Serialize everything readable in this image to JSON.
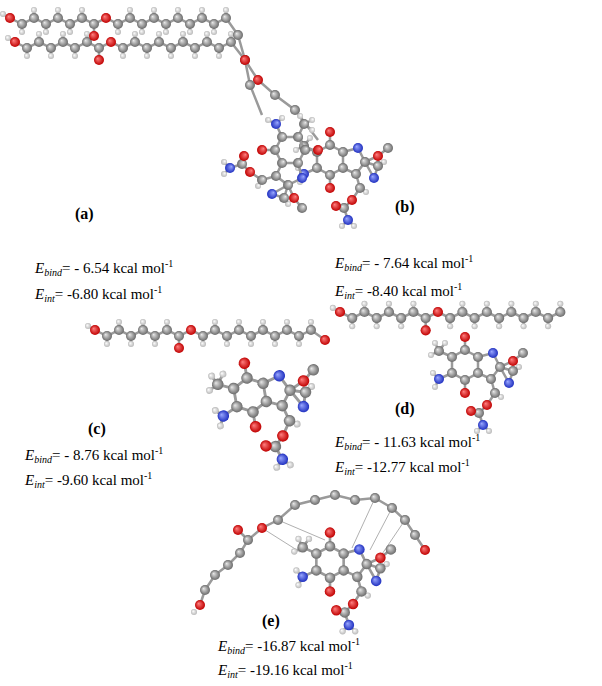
{
  "diagram": {
    "labels": [
      "(a)",
      "E",
      "bind",
      "= - 6.54 kcal mol",
      "-1",
      "E",
      "int",
      "= -6.80 kcal mol",
      "-1",
      "(b)",
      "E",
      "bind",
      "= - 7.64 kcal mol",
      "-1",
      "E",
      "int",
      "= -8.40 kcal mol",
      "-1",
      "(c)",
      "E",
      "bind",
      "= - 8.76 kcal mol",
      "-1",
      "E",
      "int",
      "= -9.60 kcal mol",
      "-1",
      "(d)",
      "E",
      "bind",
      "= - 11.63 kcal mol",
      "-1",
      "E",
      "int",
      "= -12.77 kcal mol",
      "-1",
      "(e)",
      "E",
      "bind",
      "= -16.87 kcal mol",
      "-1",
      "E",
      "int",
      "= -19.16 kcal mol",
      "-1"
    ]
  }
}
